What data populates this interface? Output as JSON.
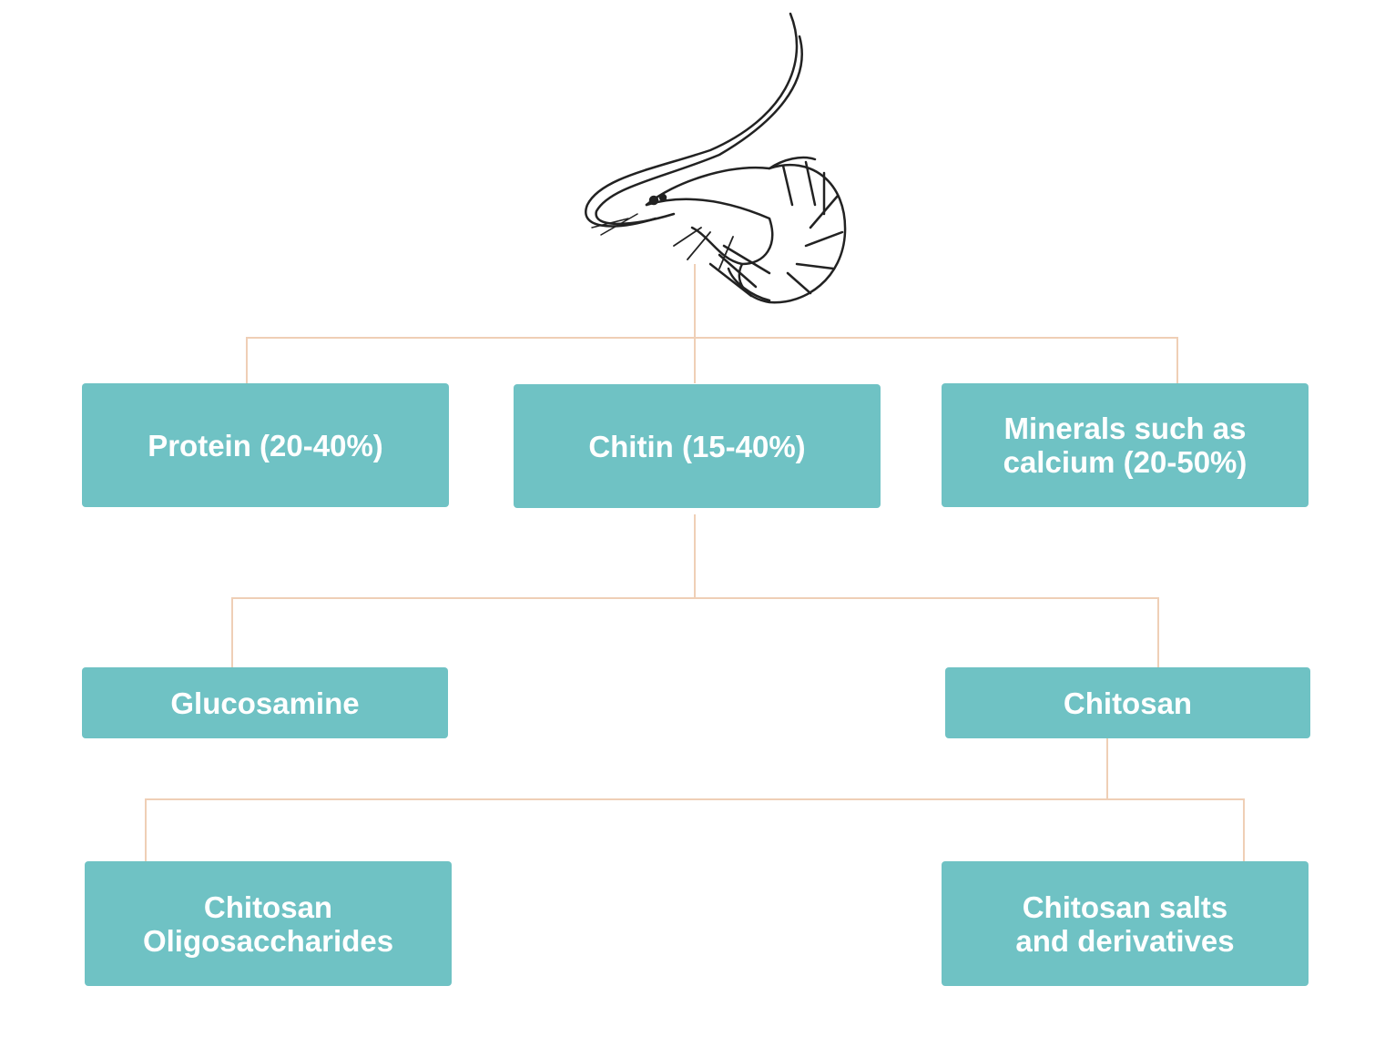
{
  "diagram": {
    "root": {
      "icon": "shrimp-illustration"
    },
    "level1": [
      {
        "label": "Protein (20-40%)"
      },
      {
        "label": "Chitin (15-40%)"
      },
      {
        "label": "Minerals such as calcium (20-50%)"
      }
    ],
    "level2": [
      {
        "label": "Glucosamine"
      },
      {
        "label": "Chitosan"
      }
    ],
    "level3": [
      {
        "label": "Chitosan Oligosaccharides"
      },
      {
        "label": "Chitosan salts and derivatives"
      }
    ]
  },
  "colors": {
    "box": "#6fc2c4",
    "connector": "#efcfb6",
    "text": "#ffffff"
  }
}
